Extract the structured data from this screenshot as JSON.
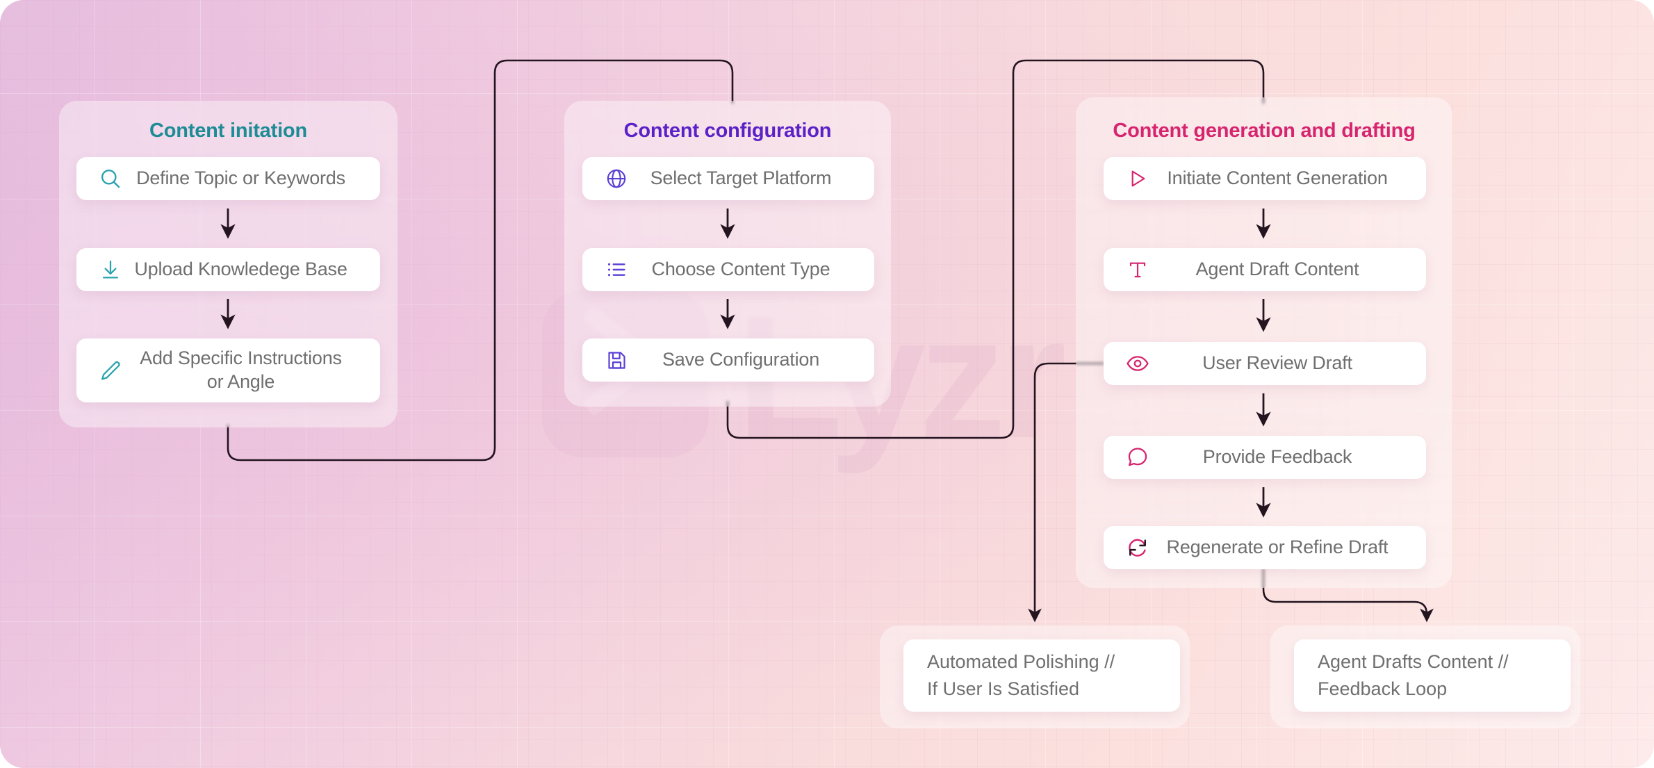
{
  "theme": {
    "teal": "#1e8c95",
    "purple": "#5b21c7",
    "crimson": "#d6246e",
    "label_gray": "#6f6f6f",
    "connector": "#231420",
    "card_bg": "#ffffff",
    "panel_bg": "rgba(255,255,255,0.40)",
    "bg_gradient_start": "#e6bfdf",
    "bg_gradient_end": "#fdeaea"
  },
  "watermark": {
    "text": "Lyzr"
  },
  "columns": [
    {
      "id": "content-initiation",
      "title": "Content initation",
      "accent": "#1e8c95",
      "steps": [
        {
          "label": "Define Topic or Keywords",
          "icon": "search-icon"
        },
        {
          "label": "Upload Knowledege Base",
          "icon": "download-icon"
        },
        {
          "label": "Add Specific Instructions or Angle",
          "icon": "pencil-icon"
        }
      ]
    },
    {
      "id": "content-configuration",
      "title": "Content configuration",
      "accent": "#5b21c7",
      "steps": [
        {
          "label": "Select Target Platform",
          "icon": "globe-icon"
        },
        {
          "label": "Choose Content Type",
          "icon": "list-icon"
        },
        {
          "label": "Save Configuration",
          "icon": "save-icon"
        }
      ]
    },
    {
      "id": "content-generation-and-drafting",
      "title": "Content generation and drafting",
      "accent": "#d6246e",
      "steps": [
        {
          "label": "Initiate Content Generation",
          "icon": "play-icon"
        },
        {
          "label": "Agent Draft Content",
          "icon": "text-icon"
        },
        {
          "label": "User Review Draft",
          "icon": "eye-icon"
        },
        {
          "label": "Provide Feedback",
          "icon": "comment-icon"
        },
        {
          "label": "Regenerate or Refine Draft",
          "icon": "refresh-icon"
        }
      ]
    }
  ],
  "terminals": [
    {
      "id": "automated-polishing",
      "line1": "Automated Polishing //",
      "line2": "If User Is Satisfied"
    },
    {
      "id": "agent-drafts-content",
      "line1": "Agent Drafts Content //",
      "line2": "Feedback Loop"
    }
  ]
}
